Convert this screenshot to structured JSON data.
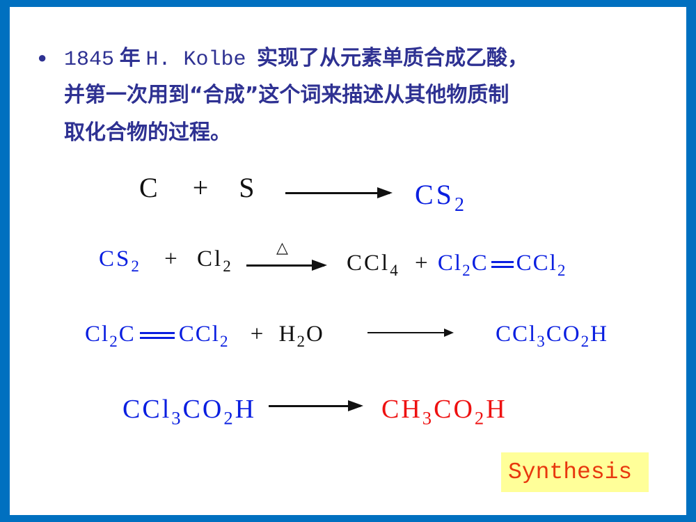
{
  "slide": {
    "border_color": "#0070c0",
    "bullet": {
      "line1": {
        "year": "1845",
        "year_char": "年",
        "person": "H. Kolbe",
        "text": "实现了从元素单质合成乙酸，"
      },
      "line2": "并第一次用到“合成”这个词来描述从其他物质制",
      "line3": "取化合物的过程。"
    },
    "equations": [
      {
        "reactants": [
          "C",
          "+",
          "S"
        ],
        "product": {
          "main": "CS",
          "sub": "2"
        }
      },
      {
        "reactant1": {
          "main": "CS",
          "sub": "2"
        },
        "plus": "+",
        "reactant2": {
          "main": "Cl",
          "sub": "2"
        },
        "condition": "△",
        "product1": {
          "main": "CCl",
          "sub": "4"
        },
        "plus2": "+",
        "product2": {
          "left": "Cl",
          "left_sub": "2",
          "left_c": "C",
          "right": "CCl",
          "right_sub": "2"
        }
      },
      {
        "reactant1": {
          "left": "Cl",
          "left_sub": "2",
          "left_c": "C",
          "right": "CCl",
          "right_sub": "2"
        },
        "plus": "+",
        "reactant2": {
          "h": "H",
          "sub": "2",
          "o": "O"
        },
        "product": {
          "a": "CCl",
          "a_sub": "3",
          "b": "CO",
          "b_sub": "2",
          "c": "H"
        }
      },
      {
        "reactant": {
          "a": "CCl",
          "a_sub": "3",
          "b": "CO",
          "b_sub": "2",
          "c": "H"
        },
        "product": {
          "a": "CH",
          "a_sub": "3",
          "b": "CO",
          "b_sub": "2",
          "c": "H"
        }
      }
    ],
    "tag_label": "Synthesis",
    "colors": {
      "bullet_text": "#2e3192",
      "blue_formula": "#0a1fe0",
      "red_formula": "#ee1111",
      "tag_bg": "#ffff99",
      "tag_text": "#e8380e"
    }
  }
}
